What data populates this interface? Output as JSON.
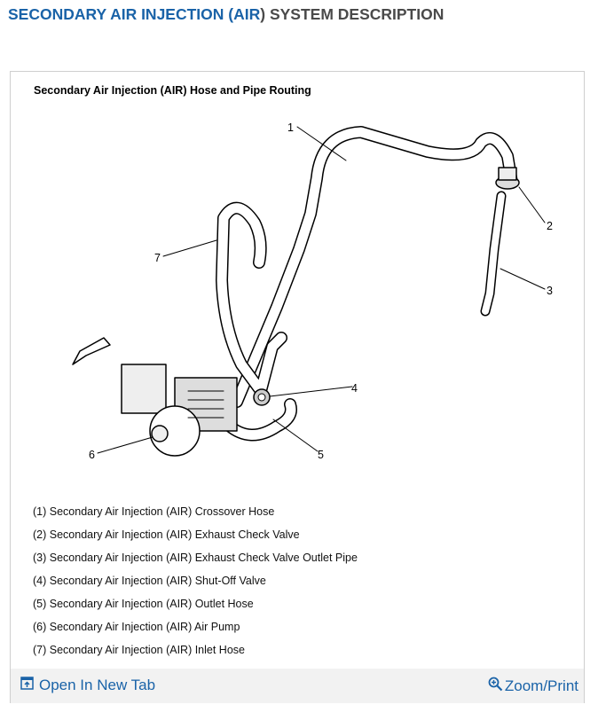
{
  "page": {
    "title_part1": "SECONDARY AIR INJECTION (",
    "title_part2": "AIR",
    "title_part3": ") SYSTEM DESCRIPTION"
  },
  "figure": {
    "heading": "Secondary Air Injection (AIR) Hose and Pipe Routing",
    "callouts": [
      "1",
      "2",
      "3",
      "4",
      "5",
      "6",
      "7"
    ],
    "legend": [
      "(1) Secondary Air Injection (AIR) Crossover Hose",
      "(2) Secondary Air Injection (AIR) Exhaust Check Valve",
      "(3) Secondary Air Injection (AIR) Exhaust Check Valve Outlet Pipe",
      "(4) Secondary Air Injection (AIR) Shut-Off Valve",
      "(5) Secondary Air Injection (AIR) Outlet Hose",
      "(6) Secondary Air Injection (AIR) Air Pump",
      "(7) Secondary Air Injection (AIR) Inlet Hose"
    ]
  },
  "footer": {
    "open_tab_label": "Open In New Tab",
    "open_tab_icon": "open-in-new-tab-icon",
    "zoom_label": "Zoom/Print",
    "zoom_icon": "zoom-magnifier-icon",
    "link_color": "#1a63a8"
  }
}
